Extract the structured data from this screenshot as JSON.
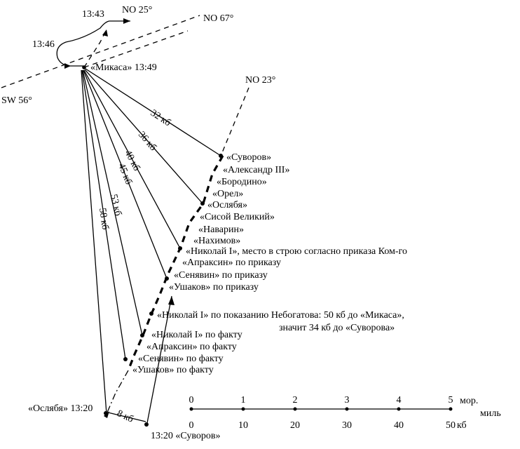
{
  "headings": {
    "mikasa_course": "NO 25°",
    "mikasa_dash": "NO 67°",
    "mikasa_left": "SW 56°",
    "russian_course": "NO 23°"
  },
  "times": {
    "t1343": "13:43",
    "t1346": "13:46"
  },
  "ships_japanese": {
    "mikasa": "«Микаса» 13:49"
  },
  "ranges": [
    {
      "label": "32 кб"
    },
    {
      "label": "36 кб"
    },
    {
      "label": "40 кб"
    },
    {
      "label": "45 кб"
    },
    {
      "label": "53 кб"
    },
    {
      "label": "58 кб"
    }
  ],
  "russian_column": [
    "«Суворов»",
    "«Александр III»",
    "«Бородино»",
    "«Орел»",
    "«Ослябя»",
    "«Сисой Великий»",
    "«Наварин»",
    "«Нахимов»",
    "«Николай I», место в строю согласно приказа Ком-го",
    "«Апраксин» по приказу",
    "«Сенявин» по приказу",
    "«Ушаков» по приказу"
  ],
  "nebogatov_note": {
    "line1": "«Николай I» по показанию Небогатова: 50 кб до «Микаса»,",
    "line2": "значит 34 кб до «Суворова»"
  },
  "fact_positions": [
    "«Николай I» по факту",
    "«Апраксин» по факту",
    "«Сенявин» по факту",
    "«Ушаков» по факту"
  ],
  "at_1320": {
    "oslyabya": "«Ослябя» 13:20",
    "gap": "8 кб",
    "suvorov": "13:20 «Суворов»"
  },
  "scale": {
    "miles_ticks": [
      "0",
      "1",
      "2",
      "3",
      "4",
      "5"
    ],
    "kb_ticks": [
      "0",
      "10",
      "20",
      "30",
      "40",
      "50"
    ],
    "miles_unit_1": "мор.",
    "miles_unit_2": "миль",
    "kb_unit": "кб"
  }
}
